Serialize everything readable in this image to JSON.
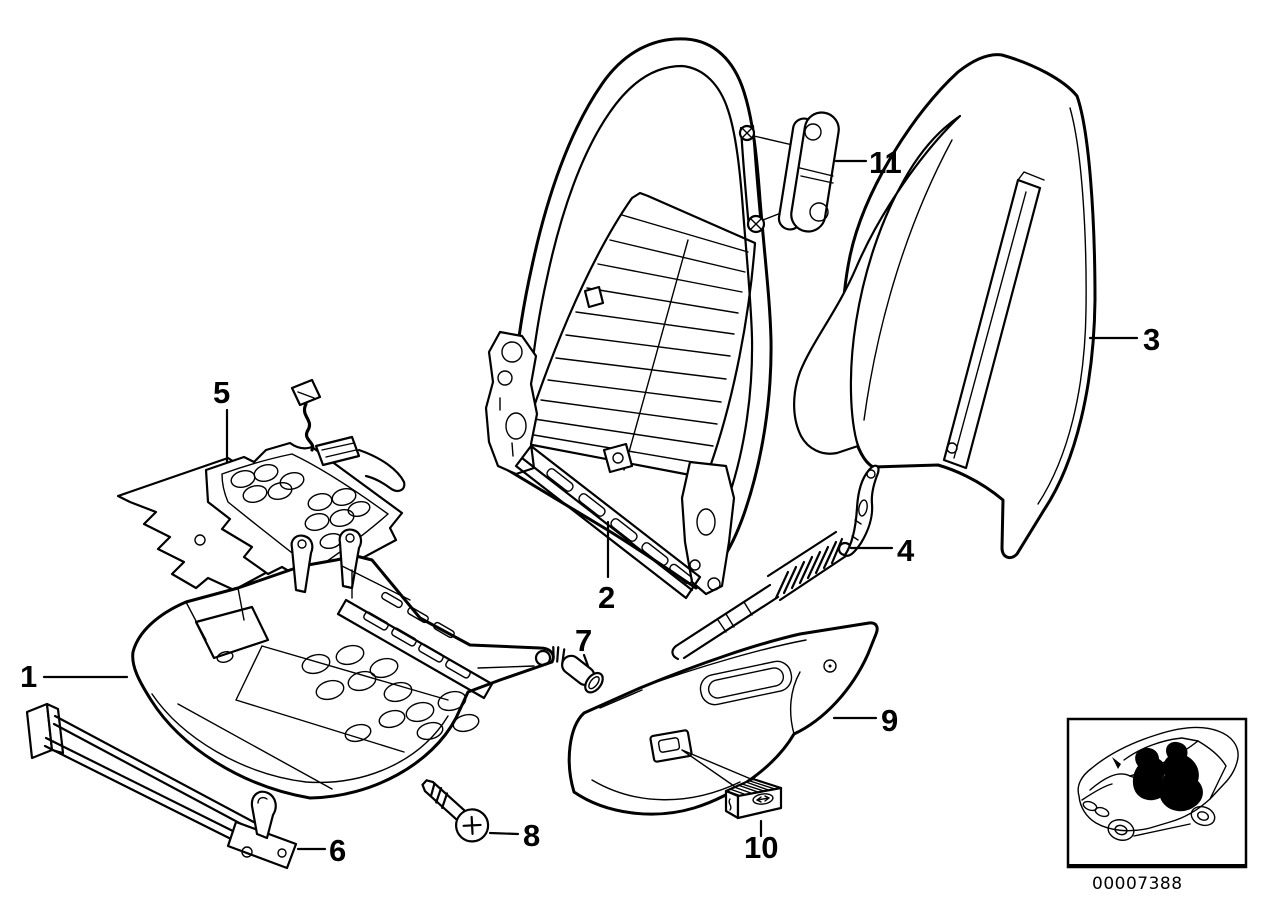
{
  "theme": {
    "background": "#ffffff",
    "ink": "#000000"
  },
  "diagram": {
    "callouts": [
      {
        "label": "1"
      },
      {
        "label": "2"
      },
      {
        "label": "3"
      },
      {
        "label": "4"
      },
      {
        "label": "5"
      },
      {
        "label": "6"
      },
      {
        "label": "7"
      },
      {
        "label": "8"
      },
      {
        "label": "9"
      },
      {
        "label": "10"
      },
      {
        "label": "11"
      }
    ],
    "inset": {
      "catalog_number": "00007388"
    }
  }
}
